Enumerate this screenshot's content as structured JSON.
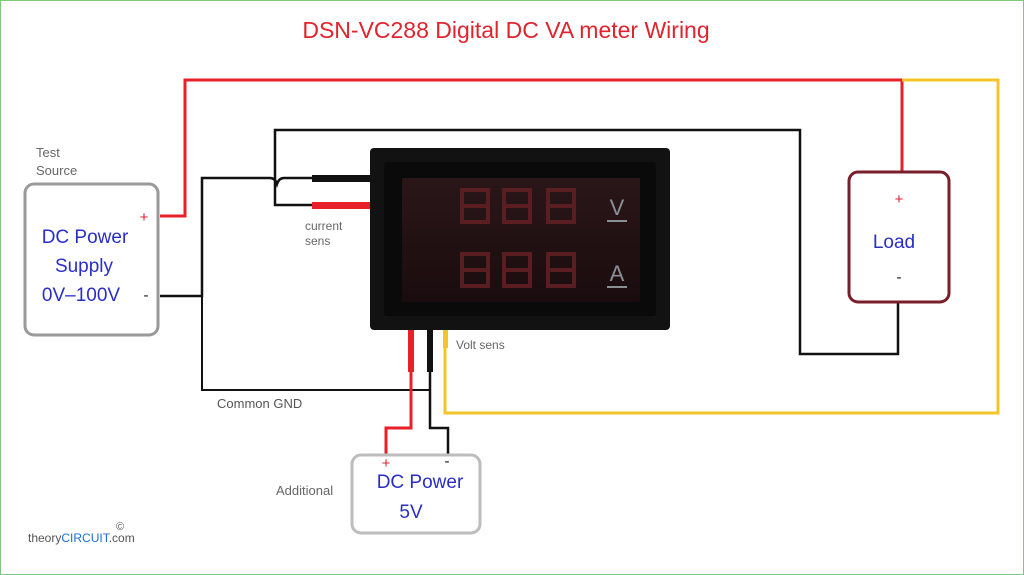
{
  "title": "DSN-VC288 Digital DC VA meter Wiring",
  "test_source": {
    "line1": "Test",
    "line2": "Source"
  },
  "supply": {
    "line1": "DC Power",
    "line2": "Supply",
    "line3": "0V–100V",
    "plus": "+",
    "minus": "-"
  },
  "meter": {
    "volt_unit": "V",
    "amp_unit": "A"
  },
  "labels": {
    "current_sens_1": "current",
    "current_sens_2": "sens",
    "volt_sens": "Volt sens",
    "common_gnd": "Common GND",
    "additional": "Additional"
  },
  "load": {
    "label": "Load",
    "plus": "+",
    "minus": "-"
  },
  "aux_power": {
    "line1": "DC Power",
    "line2": "5V",
    "plus": "+",
    "minus": "-"
  },
  "brand": {
    "part1": "theory",
    "part2": "CIRCUIT",
    "part3": ".com",
    "copyright": "©"
  },
  "colors": {
    "title": "#e0242f",
    "wire_red": "#e8202a",
    "wire_black": "#111111",
    "wire_yellow": "#f5c428",
    "box_gray": "#9a9a9a",
    "load_border": "#7a1e2c",
    "text_blue": "#2a2ec8",
    "text_gray": "#666666",
    "brand_blue": "#1a6fd8"
  }
}
